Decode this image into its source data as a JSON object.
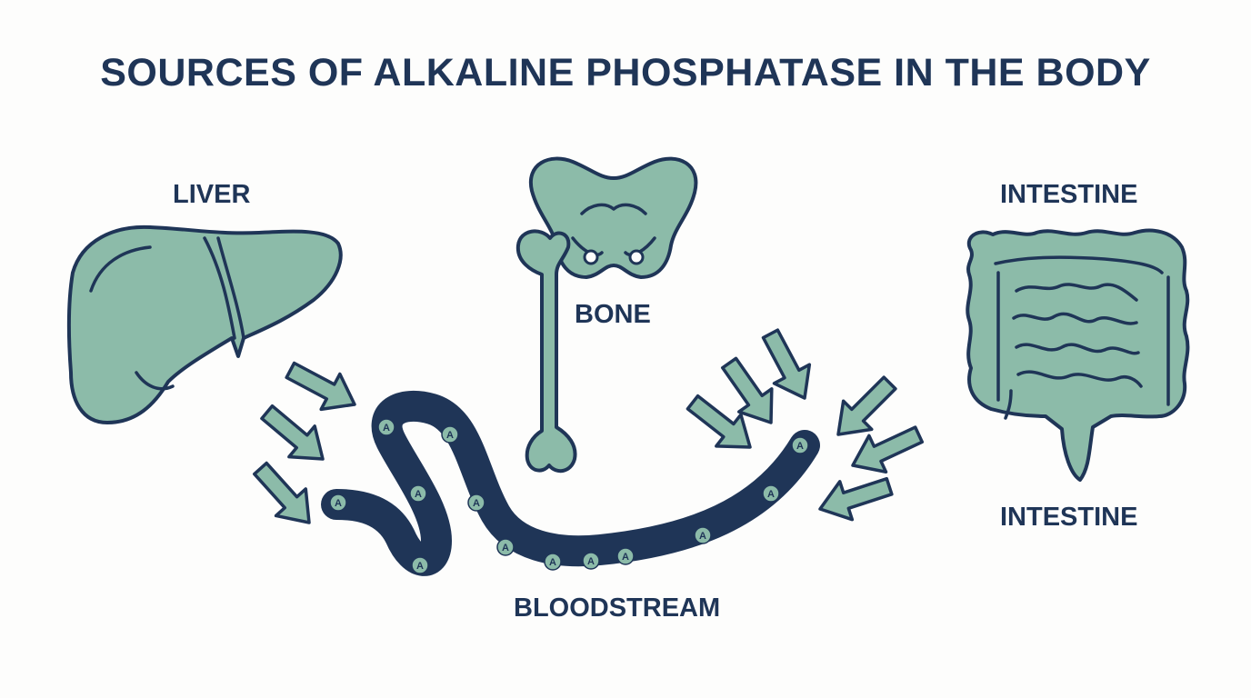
{
  "title": "SOURCES OF ALKALINE PHOSPHATASE IN THE BODY",
  "labels": {
    "liver": "LIVER",
    "bone": "BONE",
    "intestine_top": "INTESTINE",
    "intestine_bottom": "INTESTINE",
    "bloodstream": "BLOODSTREAM"
  },
  "enzyme_marker": "A",
  "colors": {
    "organ_fill": "#8cbba9",
    "outline": "#1f3557",
    "bloodstream": "#1f3557",
    "background": "#fdfdfc"
  }
}
